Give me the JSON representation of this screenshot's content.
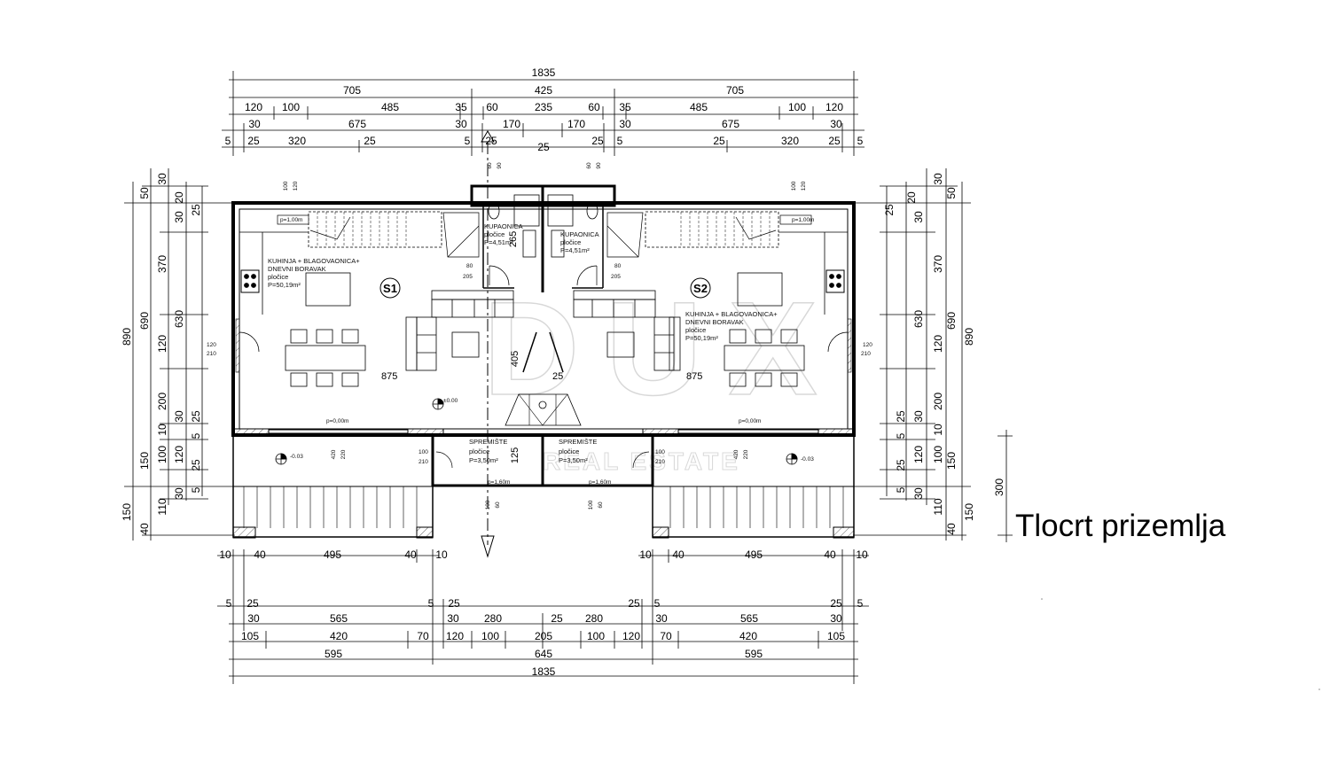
{
  "title": "Tlocrt prizemlja",
  "watermark": {
    "brand": "DUX",
    "sub": "REAL ESTATE"
  },
  "colors": {
    "line": "#000000",
    "watermark": "#d8d8d8"
  },
  "units": {
    "S1": {
      "marker": "S1",
      "kitchen_line1": "KUHINJA + BLAGOVAONICA+",
      "kitchen_line2": "DNEVNI BORAVAK",
      "kitchen_floor": "pločice",
      "kitchen_area": "P=50,19m²",
      "bath_name": "KUPAONICA",
      "bath_floor": "pločice",
      "bath_area": "P=4,51m²",
      "storage_name": "SPREMIŠTE",
      "storage_floor": "pločice",
      "storage_area": "P=3,50m²"
    },
    "S2": {
      "marker": "S2",
      "kitchen_line1": "KUHINJA + BLAGOVAONICA+",
      "kitchen_line2": "DNEVNI BORAVAK",
      "kitchen_floor": "pločice",
      "kitchen_area": "P=50,19m²",
      "bath_name": "KUPAONICA",
      "bath_floor": "pločice",
      "bath_area": "P=4,51m²",
      "storage_name": "SPREMIŠTE",
      "storage_floor": "pločice",
      "storage_area": "P=3,50m²"
    }
  },
  "levels": {
    "inside": "±0.00",
    "terrace": "-0.03",
    "parapet_window": "p=0,00m",
    "parapet_high": "p=1,00m",
    "parapet_storage": "p=1,60m"
  },
  "dimensions": {
    "top_r1": [
      "1835"
    ],
    "top_r2": [
      "705",
      "425",
      "705"
    ],
    "top_r3": [
      "120",
      "100",
      "485",
      "35",
      "60",
      "235",
      "60",
      "35",
      "485",
      "100",
      "120"
    ],
    "top_r4": [
      "30",
      "675",
      "30",
      "170",
      "170",
      "30",
      "675",
      "30"
    ],
    "top_r5": [
      "5",
      "25",
      "320",
      "25",
      "5",
      "25",
      "25",
      "25",
      "5",
      "25",
      "320",
      "25",
      "5"
    ],
    "bot_r0": [
      "10",
      "40",
      "495",
      "40",
      "10",
      "10",
      "40",
      "495",
      "40",
      "10"
    ],
    "bot_r1": [
      "5",
      "25",
      "5",
      "25",
      "25",
      "5",
      "25",
      "5"
    ],
    "bot_r2": [
      "30",
      "565",
      "30",
      "280",
      "25",
      "280",
      "30",
      "565",
      "30"
    ],
    "bot_r3": [
      "105",
      "420",
      "70",
      "120",
      "100",
      "205",
      "100",
      "120",
      "70",
      "420",
      "105"
    ],
    "bot_r4": [
      "595",
      "645",
      "595"
    ],
    "bot_r5": [
      "1835"
    ],
    "left_r1": [
      "890",
      "150"
    ],
    "left_r2": [
      "50",
      "690",
      "150",
      "40"
    ],
    "left_r3": [
      "30",
      "370",
      "120",
      "200",
      "10",
      "100",
      "110"
    ],
    "left_r4": [
      "20",
      "30",
      "630",
      "30",
      "120",
      "30"
    ],
    "left_r5": [
      "25",
      "25",
      "5",
      "25",
      "5"
    ],
    "right_r1": [
      "890",
      "150"
    ],
    "right_r2": [
      "50",
      "690",
      "150",
      "40"
    ],
    "right_r3": [
      "30",
      "370",
      "120",
      "200",
      "10",
      "100",
      "110"
    ],
    "right_r4": [
      "20",
      "30",
      "630",
      "30",
      "120",
      "30"
    ],
    "right_r5": [
      "25",
      "25",
      "5",
      "25",
      "5"
    ],
    "far_right": [
      "300"
    ],
    "inner": {
      "room_len_left": "875",
      "room_len_right": "875",
      "stair_depth": "405",
      "corridor": "265",
      "center_25": "25",
      "door_w": "80",
      "door_h": "205",
      "window_w": "120",
      "window_h": "210",
      "terr_w": "420",
      "terr_h": "220",
      "store_door_w": "100",
      "store_door_h": "210",
      "store_h": "125",
      "vent_w": "60",
      "vent_h": "90",
      "win_top_w": "100",
      "win_top_h": "120",
      "win_bot_w": "100",
      "win_bot_h": "60"
    }
  }
}
